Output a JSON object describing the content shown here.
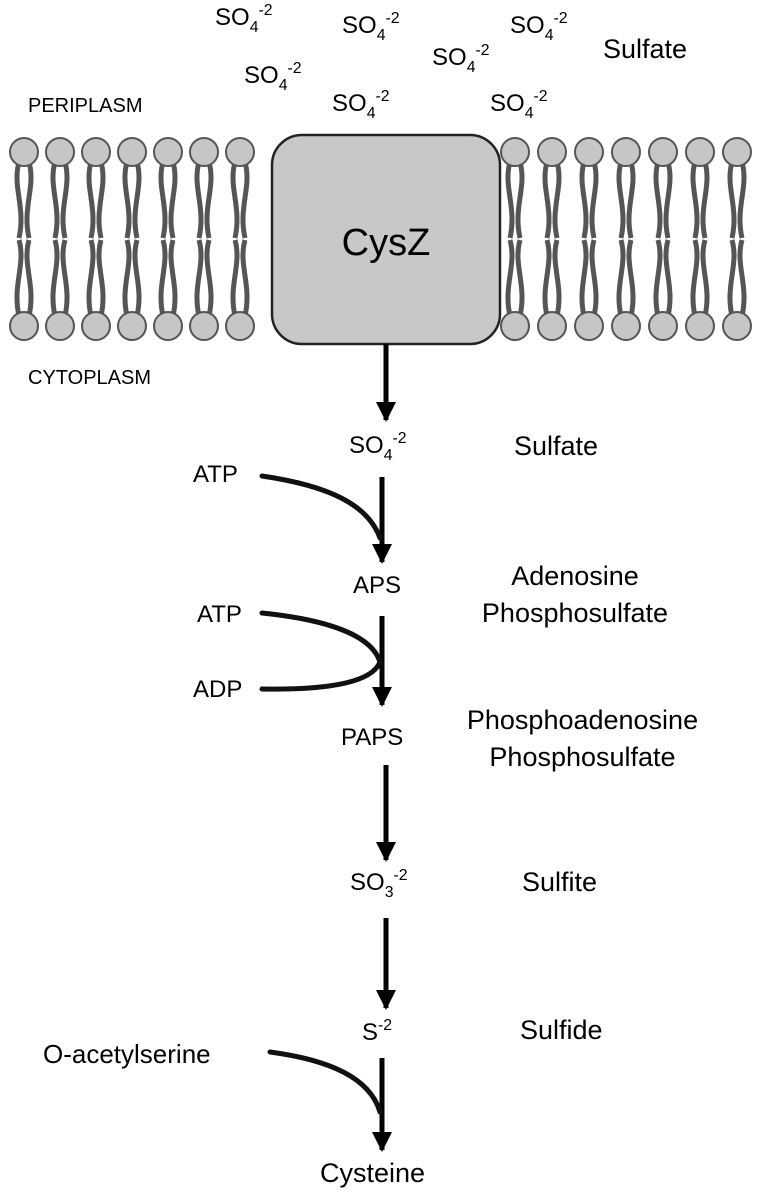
{
  "membrane": {
    "periplasm_label": "PERIPLASM",
    "cytoplasm_label": "CYTOPLASM",
    "transporter_label": "CysZ"
  },
  "extracellular": {
    "ion_base": "SO",
    "ion_sub": "4",
    "ion_sup": "-2",
    "name": "Sulfate"
  },
  "pathway": {
    "steps": [
      {
        "species": "SO",
        "sub": "4",
        "sup": "-2",
        "name": "Sulfate"
      },
      {
        "species": "APS",
        "name_line1": "Adenosine",
        "name_line2": "Phosphosulfate"
      },
      {
        "species": "PAPS",
        "name_line1": "Phosphoadenosine",
        "name_line2": "Phosphosulfate"
      },
      {
        "species": "SO",
        "sub": "3",
        "sup": "-2",
        "name": "Sulfite"
      },
      {
        "species": "S",
        "sup": "-2",
        "name": "Sulfide"
      },
      {
        "species": "Cysteine"
      }
    ],
    "cofactors": {
      "atp_1": "ATP",
      "atp_2": "ATP",
      "adp": "ADP",
      "o_acetylserine": "O-acetylserine"
    }
  }
}
